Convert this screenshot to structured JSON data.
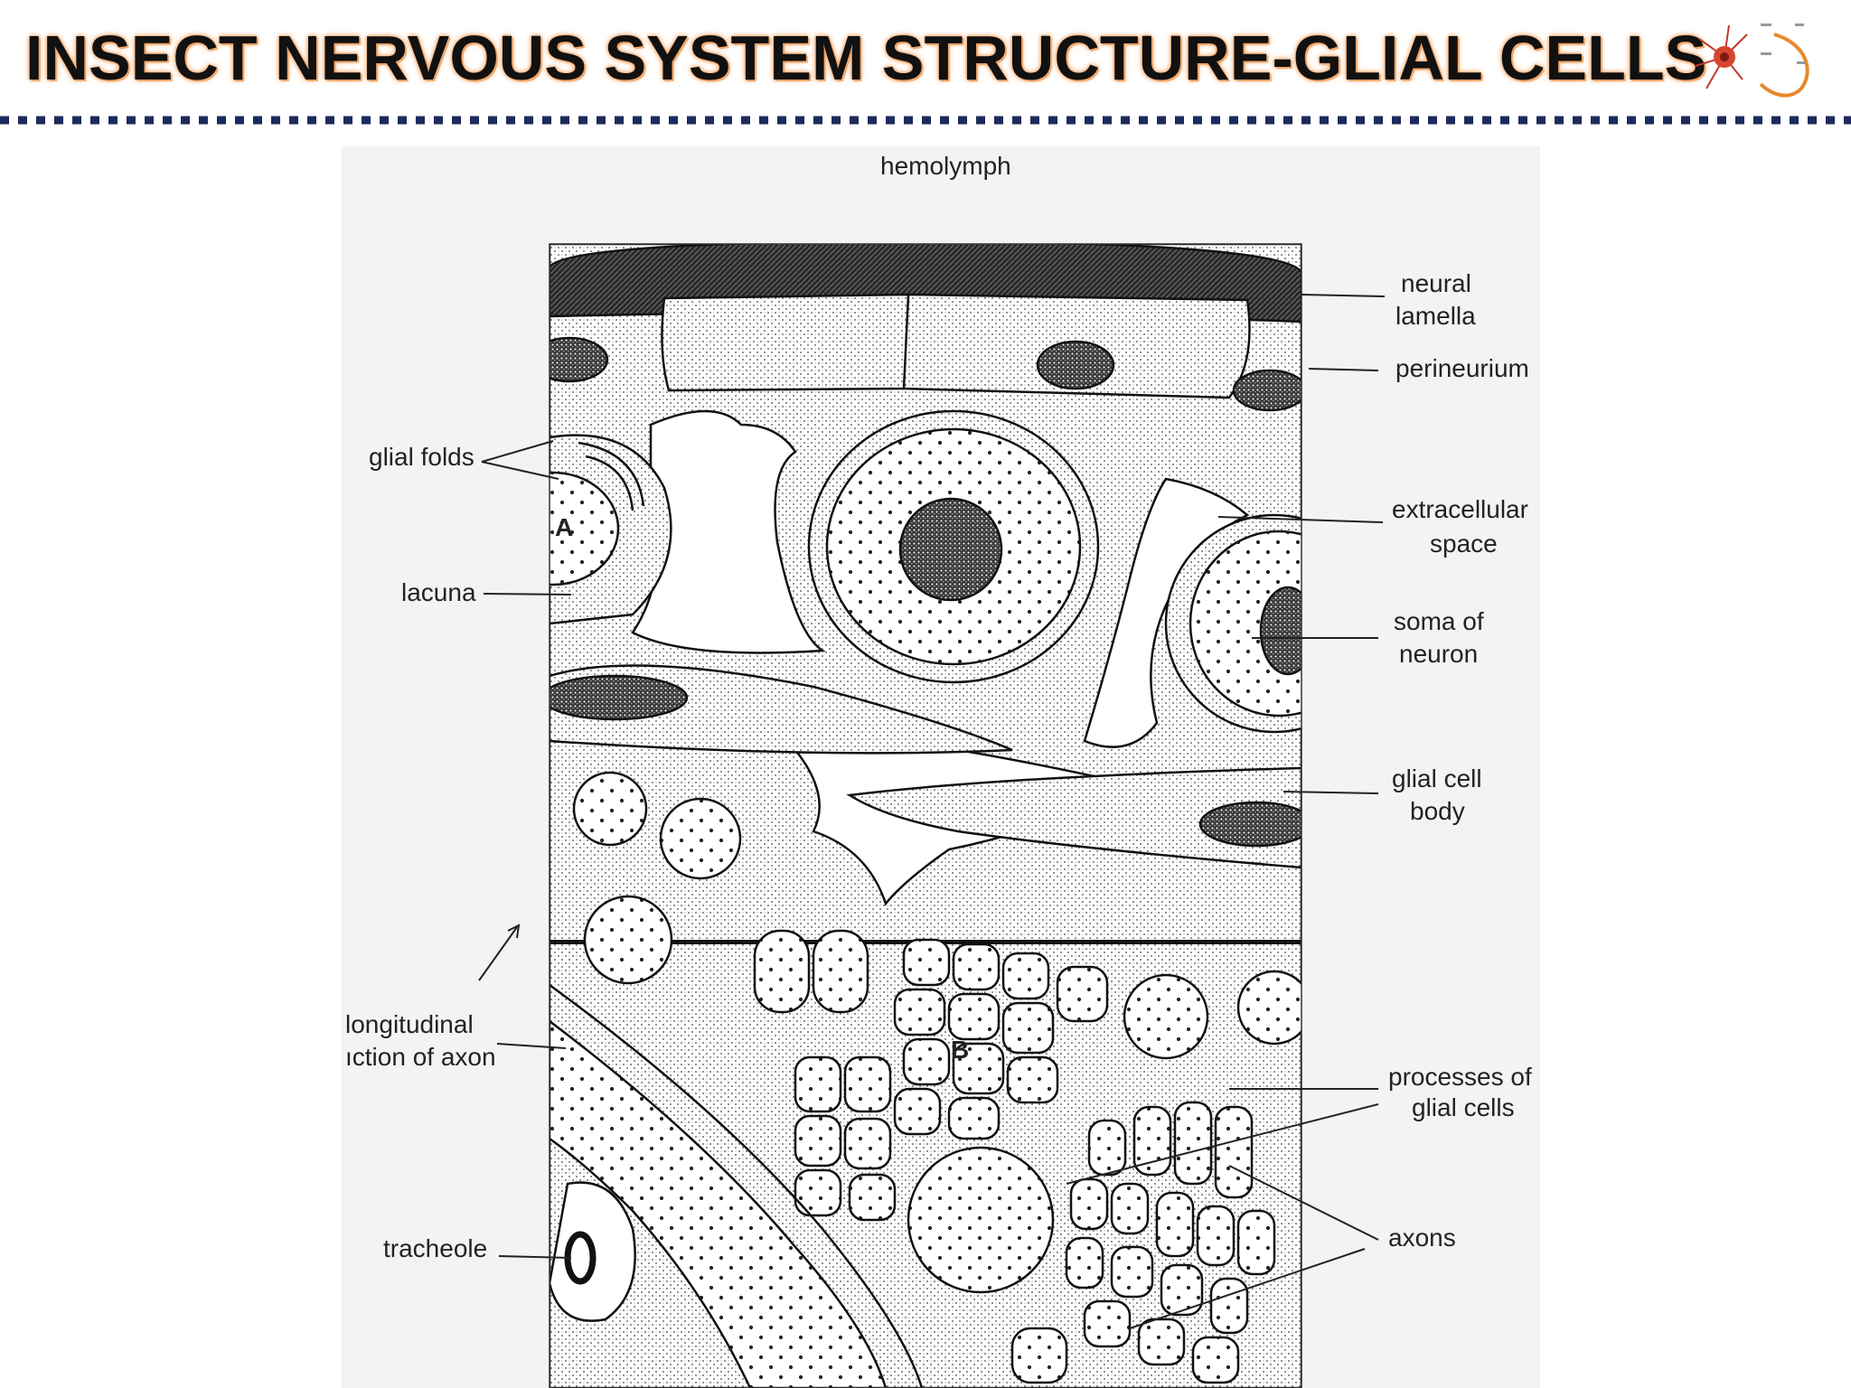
{
  "slide": {
    "title": "INSECT NERVOUS SYSTEM STRUCTURE-GLIAL CELLS",
    "title_color": "#111111",
    "title_glow_color": "#f4a15f",
    "divider_color": "#1d2a5c",
    "logo_icon": "neuron-logo-icon"
  },
  "diagram": {
    "top_label": "hemolymph",
    "region_labels": [
      "A",
      "B"
    ],
    "labels_left": {
      "glial_folds": "glial folds",
      "lacuna": "lacuna",
      "longitudinal_line1": "longitudinal",
      "longitudinal_line2": "ıction of axon",
      "tracheole": "tracheole"
    },
    "labels_right": {
      "neural_lamella_line1": "neural",
      "neural_lamella_line2": "lamella",
      "perineurium": "perineurium",
      "extracellular_line1": "extracellular",
      "extracellular_line2": "space",
      "soma_line1": "soma of",
      "soma_line2": "neuron",
      "glial_body_line1": "glial cell",
      "glial_body_line2": "body",
      "processes_line1": "processes of",
      "processes_line2": "glial cells",
      "axons": "axons"
    }
  }
}
